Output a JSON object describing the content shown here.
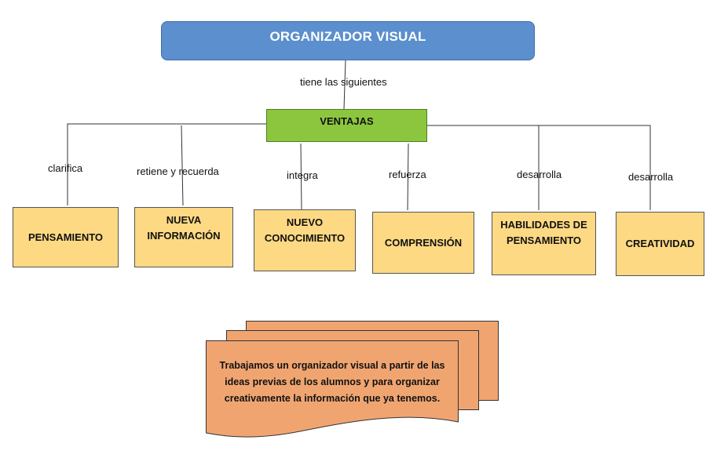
{
  "title": "ORGANIZADOR VISUAL",
  "connector_label": "tiene las siguientes",
  "center": "VENTAJAS",
  "branches": [
    {
      "verb": "clarifica",
      "concept": "PENSAMIENTO"
    },
    {
      "verb": "retiene y recuerda",
      "concept": "NUEVA INFORMACIÓN"
    },
    {
      "verb": "integra",
      "concept": "NUEVO CONOCIMIENTO"
    },
    {
      "verb": "refuerza",
      "concept": "COMPRENSIÓN"
    },
    {
      "verb": "desarrolla",
      "concept": "HABILIDADES DE PENSAMIENTO"
    },
    {
      "verb": "desarrolla",
      "concept": "CREATIVIDAD"
    }
  ],
  "note": "Trabajamos un organizador visual a partir de las ideas previas de los alumnos y para organizar creativamente la información que ya tenemos.",
  "colors": {
    "title_fill": "#5b8fce",
    "center_fill": "#8cc63f",
    "concept_fill": "#fdd983",
    "note_fill": "#f0a571"
  }
}
